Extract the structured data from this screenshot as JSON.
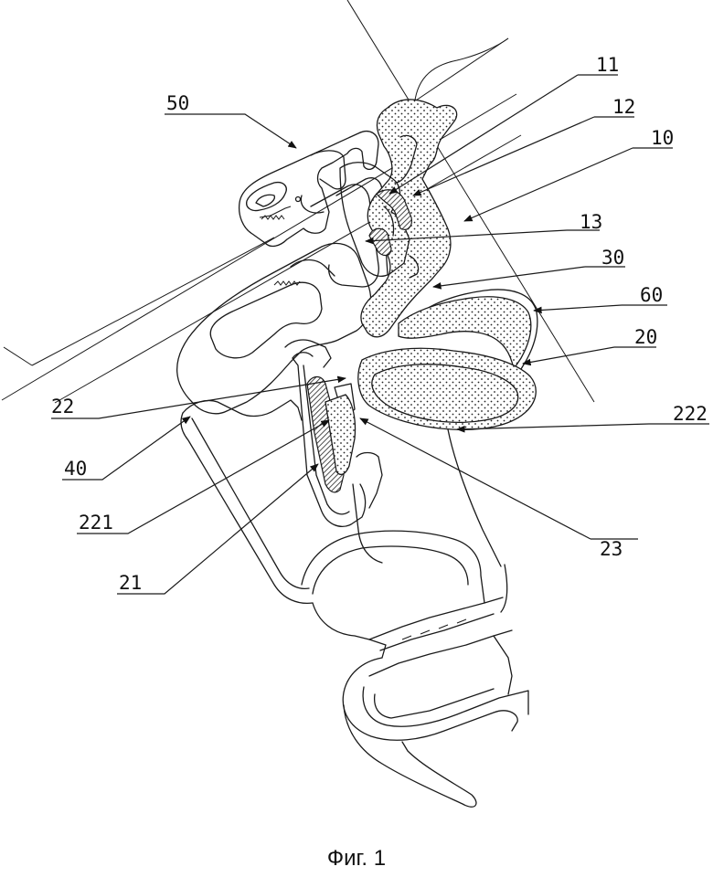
{
  "figure": {
    "caption": "Фиг. 1",
    "references": {
      "r50": "50",
      "r11": "11",
      "r12": "12",
      "r10": "10",
      "r13": "13",
      "r30": "30",
      "r60": "60",
      "r20": "20",
      "r22": "22",
      "r222": "222",
      "r40": "40",
      "r221": "221",
      "r23": "23",
      "r21": "21"
    }
  }
}
